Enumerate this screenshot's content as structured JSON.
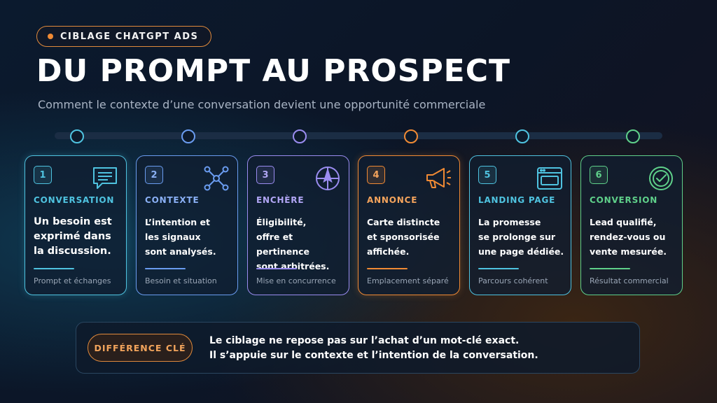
{
  "header": {
    "tag": "CIBLAGE CHATGPT ADS",
    "title": "DU PROMPT AU PROSPECT",
    "subtitle": "Comment le contexte d’une conversation devient une opportunité commerciale"
  },
  "steps": [
    {
      "num": "1",
      "label": "CONVERSATION",
      "lines": [
        "Un besoin est",
        "exprimé dans",
        "la discussion."
      ],
      "foot": "Prompt et échanges",
      "color": "#4fc3e0",
      "icon": "chat-bubble-icon"
    },
    {
      "num": "2",
      "label": "CONTEXTE",
      "lines": [
        "L’intention et",
        "les signaux",
        "sont analysés."
      ],
      "foot": "Besoin et situation",
      "color": "#6a9cf0",
      "icon": "network-nodes-icon"
    },
    {
      "num": "3",
      "label": "ENCHÈRE",
      "lines": [
        "Éligibilité,",
        "offre et pertinence",
        "sont arbitrées."
      ],
      "foot": "Mise en concurrence",
      "color": "#9a8cf0",
      "icon": "compass-icon"
    },
    {
      "num": "4",
      "label": "ANNONCE",
      "lines": [
        "Carte distincte",
        "et sponsorisée",
        "affichée."
      ],
      "foot": "Emplacement séparé",
      "color": "#f08a34",
      "icon": "megaphone-icon"
    },
    {
      "num": "5",
      "label": "LANDING PAGE",
      "lines": [
        "La promesse",
        "se prolonge sur",
        "une page dédiée."
      ],
      "foot": "Parcours cohérent",
      "color": "#4fc3e0",
      "icon": "browser-window-icon"
    },
    {
      "num": "6",
      "label": "CONVERSION",
      "lines": [
        "Lead qualifié,",
        "rendez-vous ou",
        "vente mesurée."
      ],
      "foot": "Résultat commercial",
      "color": "#5fd08a",
      "icon": "check-circle-icon"
    }
  ],
  "key": {
    "badge": "DIFFÉRENCE CLÉ",
    "line1": "Le ciblage ne repose pas sur l’achat d’un mot-clé exact.",
    "line2": "Il s’appuie sur le contexte et l’intention de la conversation."
  }
}
